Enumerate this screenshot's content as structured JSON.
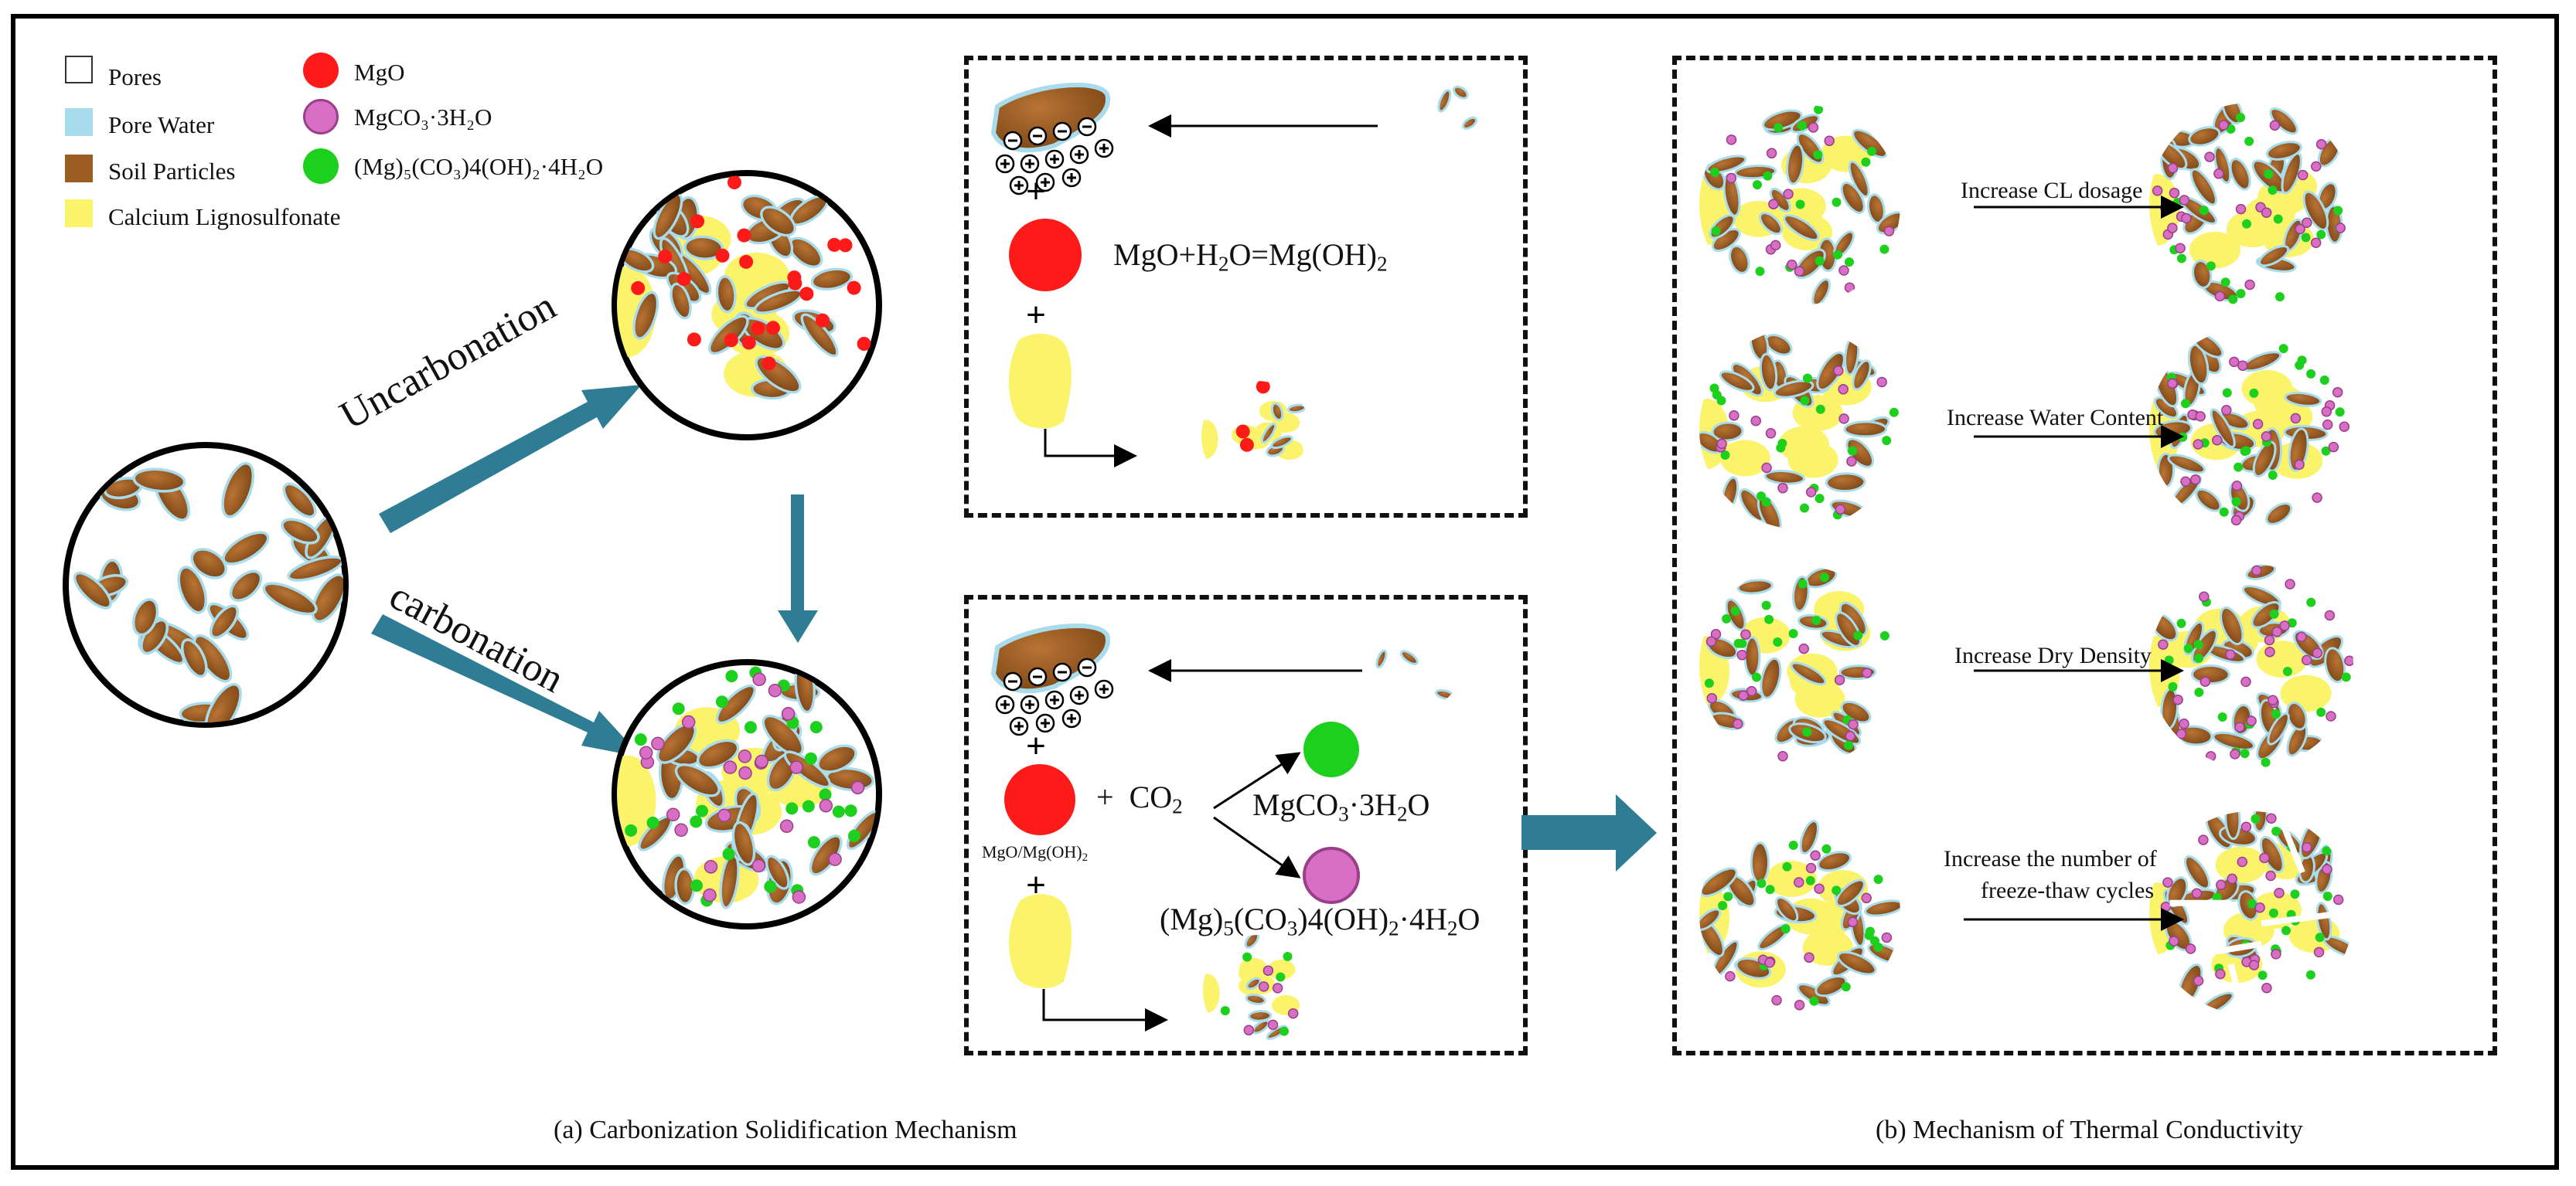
{
  "legend": {
    "pores": "Pores",
    "pore_water": "Pore Water",
    "soil_particles": "Soil Particles",
    "calcium_lignosulfonate": "Calcium Lignosulfonate",
    "mgo": "MgO",
    "mgco3": "MgCO₃·3H₂O",
    "hydromagnesite": "(Mg)₅(CO₃)4(OH)₂·4H₂O"
  },
  "colors": {
    "soil": "#9c5d22",
    "pore_water": "#a8dcec",
    "lignosulfonate": "#fbf36a",
    "mgo": "#ff1a1a",
    "mgco3": "#d86fc4",
    "hydromagnesite": "#1ed01e",
    "teal_arrow": "#2e7d94"
  },
  "left": {
    "uncarbonation": "Uncarbonation",
    "carbonation": "carbonation"
  },
  "box_top": {
    "reaction": "MgO+H₂O=Mg(OH)₂"
  },
  "box_bottom": {
    "co2": "CO₂",
    "plus": "+",
    "mgo_label": "MgO/Mg(OH)₂",
    "product1": "MgCO₃·3H₂O",
    "product2": "(Mg)₅(CO₃)4(OH)₂·4H₂O"
  },
  "right": {
    "arrow1": "Increase CL dosage",
    "arrow2": "Increase Water Content",
    "arrow3": "Increase Dry Density",
    "arrow4_line1": "Increase the number of",
    "arrow4_line2": "freeze-thaw cycles"
  },
  "captions": {
    "a": "(a) Carbonization Solidification Mechanism",
    "b": "(b) Mechanism of Thermal Conductivity"
  }
}
